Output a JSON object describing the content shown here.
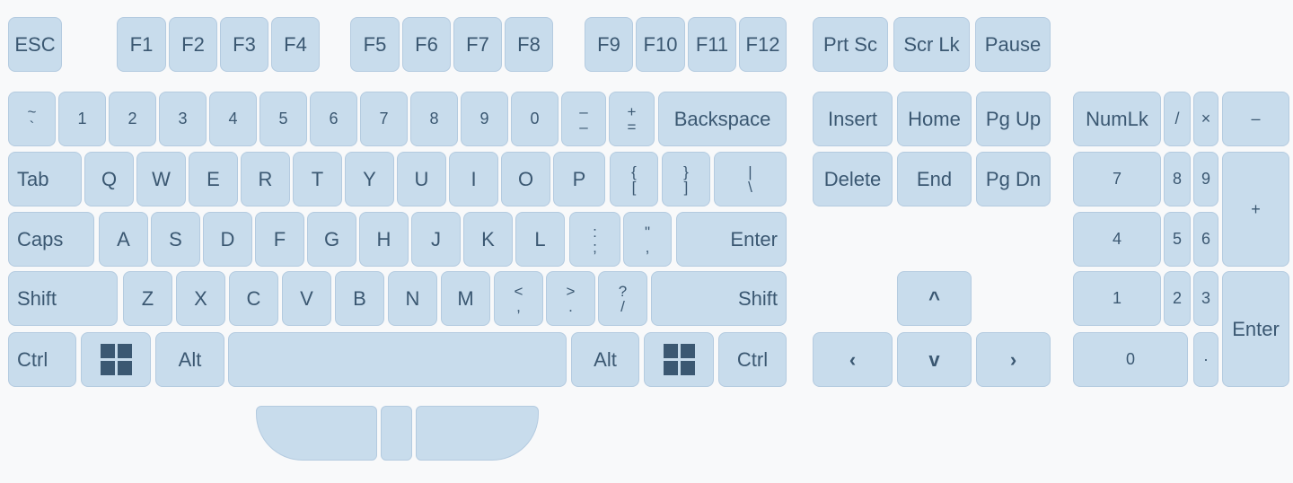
{
  "colors": {
    "key_face": "#c8dcec",
    "key_text": "#3b5872",
    "background": "#f8f9fa"
  },
  "function_row": {
    "esc": "ESC",
    "f1": "F1",
    "f2": "F2",
    "f3": "F3",
    "f4": "F4",
    "f5": "F5",
    "f6": "F6",
    "f7": "F7",
    "f8": "F8",
    "f9": "F9",
    "f10": "F10",
    "f11": "F11",
    "f12": "F12",
    "prtsc": "Prt Sc",
    "scrlk": "Scr Lk",
    "pause": "Pause"
  },
  "number_row": {
    "tilde": [
      "~",
      "`"
    ],
    "digits": [
      "1",
      "2",
      "3",
      "4",
      "5",
      "6",
      "7",
      "8",
      "9",
      "0"
    ],
    "minus": [
      "–",
      "–"
    ],
    "equals": [
      "+",
      "="
    ],
    "backspace": "Backspace"
  },
  "qwerty_row": {
    "tab": "Tab",
    "letters": [
      "Q",
      "W",
      "E",
      "R",
      "T",
      "Y",
      "U",
      "I",
      "O",
      "P"
    ],
    "lbracket": [
      "{",
      "["
    ],
    "rbracket": [
      "}",
      "]"
    ],
    "backslash": [
      "|",
      "\\"
    ]
  },
  "home_row": {
    "caps": "Caps",
    "letters": [
      "A",
      "S",
      "D",
      "F",
      "G",
      "H",
      "J",
      "K",
      "L"
    ],
    "semicolon": [
      ":",
      ";"
    ],
    "quote": [
      "\"",
      ","
    ],
    "enter": "Enter"
  },
  "shift_row": {
    "lshift": "Shift",
    "letters": [
      "Z",
      "X",
      "C",
      "V",
      "B",
      "N",
      "M"
    ],
    "comma": [
      "<",
      ","
    ],
    "period": [
      ">",
      "."
    ],
    "slash": [
      "?",
      "/"
    ],
    "rshift": "Shift"
  },
  "bottom_row": {
    "lctrl": "Ctrl",
    "lalt": "Alt",
    "ralt": "Alt",
    "rctrl": "Ctrl"
  },
  "nav_cluster": {
    "insert": "Insert",
    "home": "Home",
    "pgup": "Pg Up",
    "delete": "Delete",
    "end": "End",
    "pgdn": "Pg Dn",
    "up": "^",
    "left": "‹",
    "down": "v",
    "right": "›"
  },
  "numpad": {
    "numlk": "NumLk",
    "divide": "/",
    "multiply": "×",
    "minus": "–",
    "n7": "7",
    "n8": "8",
    "n9": "9",
    "plus": "+",
    "n4": "4",
    "n5": "5",
    "n6": "6",
    "n1": "1",
    "n2": "2",
    "n3": "3",
    "enter": "Enter",
    "n0": "0",
    "decimal": "·"
  },
  "icons": {
    "windows_key": "windows-logo-icon"
  }
}
